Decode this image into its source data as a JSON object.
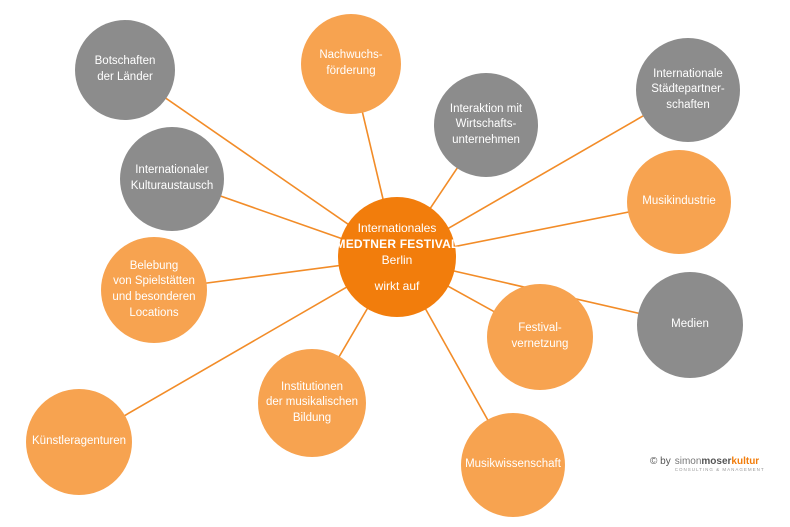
{
  "colors": {
    "center": "#f27d0c",
    "orange": "#f7a350",
    "gray": "#8c8c8c",
    "line": "#f28c28"
  },
  "center": {
    "line1": "Internationales",
    "line2": "MEDTNER FESTIVAL",
    "line3": "Berlin",
    "line4": "wirkt auf"
  },
  "nodes": {
    "botschaften": [
      "Botschaften",
      "der Länder"
    ],
    "nachwuchs": [
      "Nachwuchs-",
      "förderung"
    ],
    "interaktion": [
      "Interaktion mit",
      "Wirtschafts-",
      "unternehmen"
    ],
    "staedte": [
      "Internationale",
      "Städtepartner-",
      "schaften"
    ],
    "kulturaustausch": [
      "Internationaler",
      "Kulturaustausch"
    ],
    "musikindustrie": [
      "Musikindustrie"
    ],
    "belebung": [
      "Belebung",
      "von Spielstätten",
      "und besonderen",
      "Locations"
    ],
    "medien": [
      "Medien"
    ],
    "festival": [
      "Festival-",
      "vernetzung"
    ],
    "institutionen": [
      "Institutionen",
      "der musikalischen",
      "Bildung"
    ],
    "kuenstler": [
      "Künstleragenturen"
    ],
    "musikwissenschaft": [
      "Musikwissenschaft"
    ]
  },
  "credit": {
    "prefix": "© by",
    "brand_light": "simon",
    "brand_bold": "moser",
    "brand_accent": "kultur",
    "tagline": "CONSULTING & MANAGEMENT"
  }
}
